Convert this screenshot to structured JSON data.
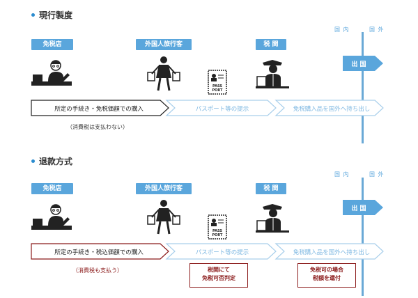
{
  "sections": [
    {
      "title": "現行製度",
      "tags": {
        "shop": "免税店",
        "traveler": "外国人旅行客",
        "customs": "税 関"
      },
      "axis": {
        "domestic": "国 内",
        "abroad": "国 外"
      },
      "exit_label": "出 国",
      "passport": {
        "line1": "PASS",
        "line2": "PORT"
      },
      "steps": [
        "所定の手続き・免税価額での購入",
        "パスポート等の提示",
        "免税購入品を国外へ持ち出し"
      ],
      "note": "（消費税は支払わない）"
    },
    {
      "title": "退款方式",
      "tags": {
        "shop": "免税店",
        "traveler": "外国人旅行客",
        "customs": "税 関"
      },
      "axis": {
        "domestic": "国 内",
        "abroad": "国 外"
      },
      "exit_label": "出 国",
      "passport": {
        "line1": "PASS",
        "line2": "PORT"
      },
      "steps": [
        "所定の手続き・税込価額での購入",
        "パスポート等の提示",
        "免税購入品を国外へ持ち出し"
      ],
      "note": "（消費税も支払う）",
      "box_customs": [
        "税関にて",
        "免税可否判定"
      ],
      "box_refund": [
        "免税可の場合",
        "税額を還付"
      ]
    }
  ],
  "colors": {
    "accent": "#5aa6dc",
    "dark": "#222222",
    "red": "#8b1a1a",
    "arrow_border": "#a9cfeb"
  }
}
